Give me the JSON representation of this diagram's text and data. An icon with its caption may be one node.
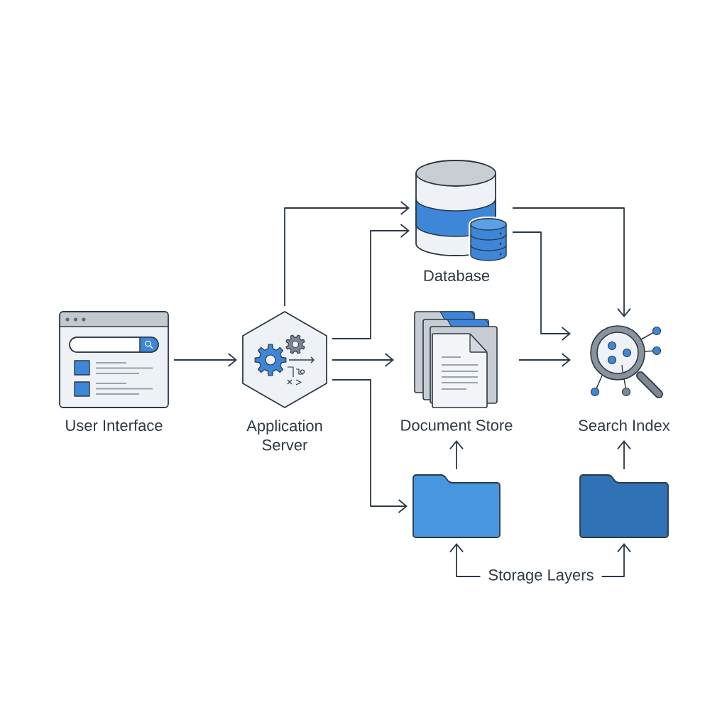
{
  "diagram": {
    "nodes": [
      {
        "text": [
          "User Interface"
        ]
      },
      {
        "text": [
          "Application Server"
        ]
      },
      {
        "text": [
          "Database"
        ]
      },
      {
        "text": [
          "Document Store"
        ]
      },
      {
        "text": [
          "Search Index"
        ]
      },
      {
        "text": [],
        "shape": "folder"
      },
      {
        "text": [],
        "shape": "folder"
      },
      {
        "text": [
          "Storage Layers"
        ]
      }
    ],
    "edges": [
      {
        "from": 0,
        "to": 1,
        "arrow": "to"
      },
      {
        "from": 1,
        "to": 2,
        "arrow": "to"
      },
      {
        "from": 1,
        "to": 2,
        "arrow": "to"
      },
      {
        "from": 1,
        "to": 3,
        "arrow": "to"
      },
      {
        "from": 1,
        "to": 5,
        "arrow": "to"
      },
      {
        "from": 2,
        "to": 4,
        "arrow": "to"
      },
      {
        "from": 2,
        "to": 4,
        "arrow": "to"
      },
      {
        "from": 3,
        "to": 4,
        "arrow": "to"
      },
      {
        "from": 5,
        "to": 3,
        "arrow": "to"
      },
      {
        "from": 6,
        "to": 4,
        "arrow": "to"
      },
      {
        "from": 7,
        "to": 5,
        "arrow": "to"
      },
      {
        "from": 7,
        "to": 6,
        "arrow": "to"
      }
    ]
  }
}
